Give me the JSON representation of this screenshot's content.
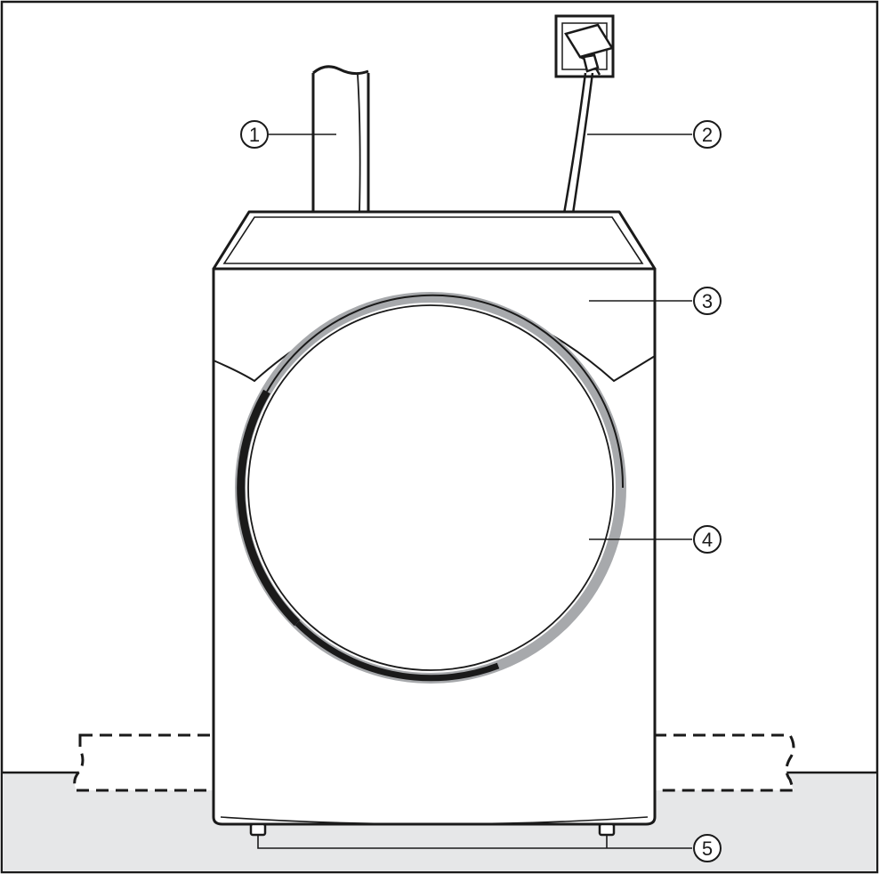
{
  "colors": {
    "line": "#1a1a1a",
    "floor": "#e6e7e8",
    "background": "#ffffff",
    "door_ring": "#a7a9ac"
  },
  "callouts": [
    {
      "number": "1",
      "target": "water-pipe"
    },
    {
      "number": "2",
      "target": "power-cable"
    },
    {
      "number": "3",
      "target": "dryer-body"
    },
    {
      "number": "4",
      "target": "porthole-door"
    },
    {
      "number": "5",
      "target": "adjustable-feet"
    }
  ]
}
